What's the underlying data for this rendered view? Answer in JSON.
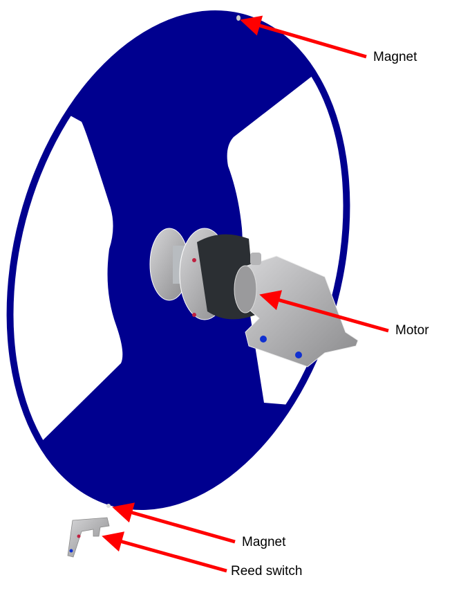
{
  "labels": {
    "magnet_top": "Magnet",
    "motor": "Motor",
    "magnet_bottom": "Magnet",
    "reed_switch": "Reed switch"
  },
  "colors": {
    "disc": "#00008f",
    "arrow": "#ff0000",
    "metal": "#a9a9ab",
    "coil": "#2b2f33"
  }
}
